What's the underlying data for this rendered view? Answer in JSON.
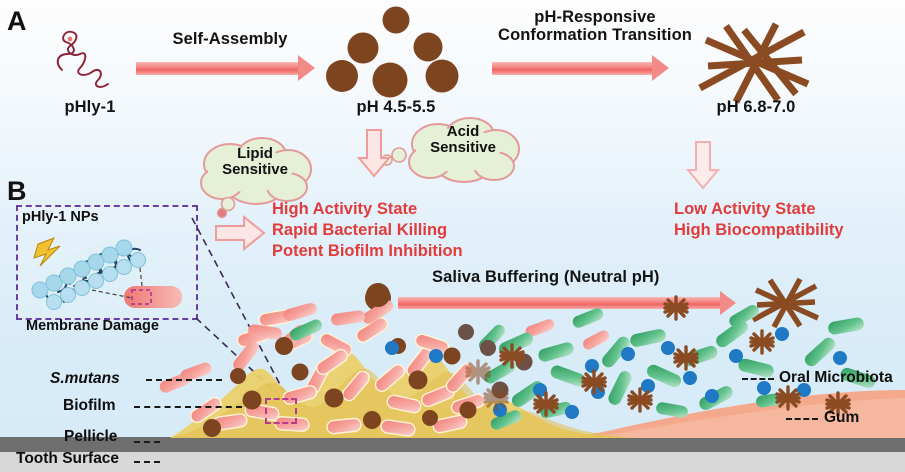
{
  "figure": {
    "panels": [
      {
        "id": "A",
        "letter": "A"
      },
      {
        "id": "B",
        "letter": "B"
      }
    ]
  },
  "panelA": {
    "letter": "A",
    "polymer_label": "pHly-1",
    "arrow1_label": "Self-Assembly",
    "nanoparticle_label": "pH 4.5-5.5",
    "arrow2_label_line1": "pH-Responsive",
    "arrow2_label_line2": "Conformation Transition",
    "fiber_label": "pH 6.8-7.0"
  },
  "clouds": [
    {
      "id": "lipid",
      "line1": "Lipid",
      "line2": "Sensitive"
    },
    {
      "id": "acid",
      "line1": "Acid",
      "line2": "Sensitive"
    }
  ],
  "states": {
    "high": [
      "High Activity State",
      "Rapid Bacterial Killing",
      "Potent Biofilm Inhibition"
    ],
    "low": [
      "Low Activity State",
      "High Biocompatibility"
    ]
  },
  "panelB": {
    "letter": "B",
    "inset_title": "pHly-1 NPs",
    "inset_caption": "Membrane Damage",
    "saliva_arrow_label": "Saliva Buffering  (Neutral pH)",
    "left_labels": [
      "S.mutans",
      "Biofilm",
      "Pellicle",
      "Tooth Surface"
    ],
    "right_labels": [
      "Oral Microbiota",
      "Gum"
    ]
  },
  "colors": {
    "nanoparticle_brown": "#7d4420",
    "fiber_brown": "#8a4b22",
    "red_text": "#e23b3b",
    "arrow_pink": "#f28b88",
    "cloud_fill": "#e4f0d4",
    "cloud_stroke": "#e8a0a0",
    "biofilm_yellow": "#e8c860",
    "smutans_red": "#f0847c",
    "microbiota_green": "#4eae77",
    "blue_dot": "#1f79c4",
    "inset_border": "#6b3fa0",
    "np_sphere_blue": "#9ed3e8",
    "membrane_navy": "#22415e",
    "pellicle_gray": "#6e6e6e",
    "tooth_gray": "#d7d7d7",
    "gum_pink": "#f1a386"
  }
}
